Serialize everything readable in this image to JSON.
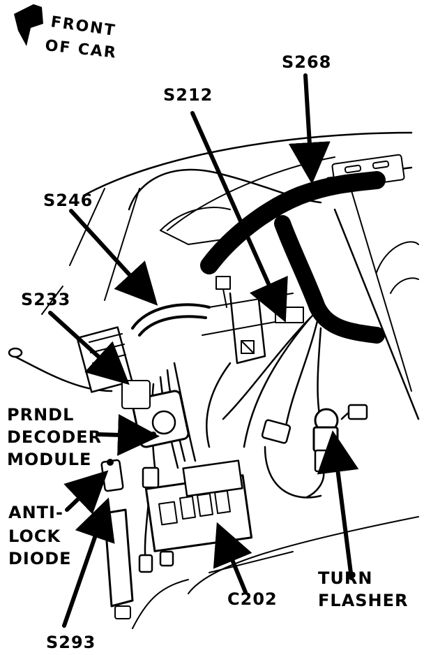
{
  "orientation": {
    "line1": "FRONT",
    "line2": "OF CAR",
    "icon": "front-arrow-icon"
  },
  "labels": {
    "s268": "S268",
    "s212": "S212",
    "s246": "S246",
    "s233": "S233",
    "prndl_line1": "PRNDL",
    "prndl_line2": "DECODER",
    "prndl_line3": "MODULE",
    "antilock_line1": "ANTI-",
    "antilock_line2": "LOCK",
    "antilock_line3": "DIODE",
    "c202": "C202",
    "turn_line1": "TURN",
    "turn_line2": "FLASHER",
    "s293": "S293"
  },
  "colors": {
    "ink": "#000000",
    "paper": "#ffffff"
  }
}
